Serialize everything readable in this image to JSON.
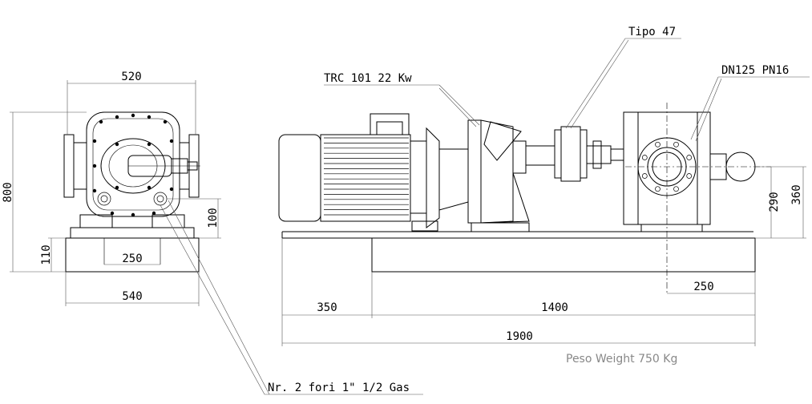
{
  "labels": {
    "tipo": "Tipo 47",
    "motor": "TRC 101 22 Kw",
    "dn": "DN125 PN16",
    "holes": "Nr. 2 fori 1\" 1/2 Gas",
    "weight": "Peso Weight 750 Kg"
  },
  "dimensions": {
    "width_top": "520",
    "height_total": "800",
    "height_inlet": "100",
    "base_height": "110",
    "base_inner": "250",
    "base_width": "540",
    "side_offset": "350",
    "base_length": "1400",
    "total_length": "1900",
    "pump_offset": "250",
    "axis_height": "290",
    "flange_height": "360"
  }
}
